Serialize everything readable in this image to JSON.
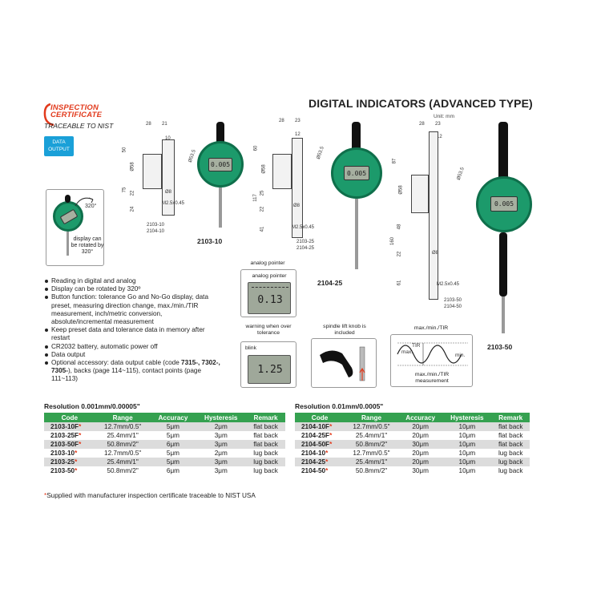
{
  "header": {
    "logo_line1": "INSPECTION",
    "logo_line2": "CERTIFICATE",
    "traceable": "TRACEABLE TO NIST",
    "title": "DIGITAL INDICATORS (ADVANCED TYPE)",
    "unit": "Unit: mm",
    "data_output_line1": "DATA",
    "data_output_line2": "OUTPUT"
  },
  "rotate_panel": {
    "angle": "320°",
    "caption": "display can be rotated by 320°"
  },
  "drawings": {
    "d1": {
      "dims_top": [
        "28",
        "21"
      ],
      "dim_10": "10",
      "dim_50": "50",
      "dim_58": "Ø58",
      "dim_75": "75",
      "dim_22": "22",
      "dim_24": "24",
      "dim_8": "Ø8",
      "dim_thread": "M2.5x0.45",
      "dim_53": "Ø53.5",
      "codes": [
        "2103-10",
        "2104-10"
      ]
    },
    "d2": {
      "dims_top": [
        "28",
        "23"
      ],
      "dim_12": "12",
      "dim_60": "60",
      "dim_58": "Ø58",
      "dim_117": "117",
      "dim_25": "25",
      "dim_22": "22",
      "dim_41": "41",
      "dim_8": "Ø8",
      "dim_thread": "M2.5x0.45",
      "dim_53": "Ø53.5",
      "codes": [
        "2103-25",
        "2104-25"
      ]
    },
    "d3": {
      "dims_top": [
        "28",
        "23"
      ],
      "dim_12": "12",
      "dim_87": "87",
      "dim_58": "Ø58",
      "dim_160": "160",
      "dim_48": "48",
      "dim_22": "22",
      "dim_61": "61",
      "dim_8": "Ø8",
      "dim_thread": "M2.5x0.45",
      "dim_53": "Ø53.5",
      "codes": [
        "2103-50",
        "2104-50"
      ]
    }
  },
  "models": {
    "m1": "2103-10",
    "m2": "2104-25",
    "m3": "2103-50"
  },
  "gauge_readout": "0.005",
  "features": [
    "Reading in digital and analog",
    "Display can be rotated by 320º",
    "Button function: tolerance Go and No-Go display, data preset, measuring direction change, max./min./TIR measurement, inch/metric conversion, absolute/incremental measurement",
    "Keep preset data and tolerance data in memory after restart",
    "CR2032 battery, automatic power off",
    "Data output"
  ],
  "feature_last": {
    "pre": "Optional accessory: data output cable (code ",
    "codes": "7315-, 7302-, 7305-",
    "post": "), backs (page 114~115), contact points (page 111~113)"
  },
  "panels": {
    "analog_caption": "analog pointer",
    "analog_label": "analog pointer",
    "analog_reading": "0.13",
    "warning_caption": "warning when over tolerance",
    "blink_label": "blink",
    "blink_reading": "1.25",
    "spindle_caption": "spindle lift knob is included",
    "tir_title": "max./min./TIR",
    "tir_max": "max.",
    "tir_tir": "TIR",
    "tir_min": "min.",
    "tir_caption": "max./min./TIR measurement"
  },
  "table1": {
    "resolution": "Resolution 0.001mm/0.00005\"",
    "headers": [
      "Code",
      "Range",
      "Accuracy",
      "Hysteresis",
      "Remark"
    ],
    "rows": [
      [
        "2103-10F",
        "12.7mm/0.5\"",
        "5μm",
        "2μm",
        "flat back"
      ],
      [
        "2103-25F",
        "25.4mm/1\"",
        "5μm",
        "3μm",
        "flat back"
      ],
      [
        "2103-50F",
        "50.8mm/2\"",
        "6μm",
        "3μm",
        "flat back"
      ],
      [
        "2103-10",
        "12.7mm/0.5\"",
        "5μm",
        "2μm",
        "lug back"
      ],
      [
        "2103-25",
        "25.4mm/1\"",
        "5μm",
        "3μm",
        "lug back"
      ],
      [
        "2103-50",
        "50.8mm/2\"",
        "6μm",
        "3μm",
        "lug back"
      ]
    ]
  },
  "table2": {
    "resolution": "Resolution 0.01mm/0.0005\"",
    "headers": [
      "Code",
      "Range",
      "Accuracy",
      "Hysteresis",
      "Remark"
    ],
    "rows": [
      [
        "2104-10F",
        "12.7mm/0.5\"",
        "20μm",
        "10μm",
        "flat back"
      ],
      [
        "2104-25F",
        "25.4mm/1\"",
        "20μm",
        "10μm",
        "flat back"
      ],
      [
        "2104-50F",
        "50.8mm/2\"",
        "30μm",
        "10μm",
        "flat back"
      ],
      [
        "2104-10",
        "12.7mm/0.5\"",
        "20μm",
        "10μm",
        "lug back"
      ],
      [
        "2104-25",
        "25.4mm/1\"",
        "20μm",
        "10μm",
        "lug back"
      ],
      [
        "2104-50",
        "50.8mm/2\"",
        "30μm",
        "10μm",
        "lug back"
      ]
    ]
  },
  "star": "*",
  "footnote": "Supplied with manufacturer inspection certificate traceable to NIST USA",
  "colors": {
    "accent_red": "#e23a1c",
    "table_header": "#35a150",
    "data_badge": "#1aa0d8",
    "gauge_green": "#1c9a6b"
  }
}
